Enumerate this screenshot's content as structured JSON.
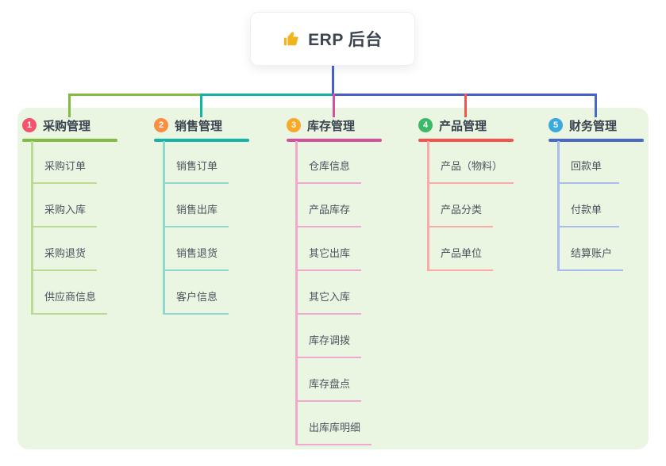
{
  "root": {
    "title": "ERP 后台",
    "icon": "thumbs-up-icon"
  },
  "colors": {
    "connector_blue": "#4a5fc4",
    "panel_background": "#eaf6e1",
    "root_text": "#3b4450",
    "thumb_icon": "#f3b31c"
  },
  "branches": [
    {
      "index": "1",
      "label": "采购管理",
      "color": "#82ba43",
      "badge_color": "#f4536d",
      "child_line_color": "#b9dc92",
      "children": [
        "采购订单",
        "采购入库",
        "采购退货",
        "供应商信息"
      ]
    },
    {
      "index": "2",
      "label": "销售管理",
      "color": "#13b3a5",
      "badge_color": "#fa8e42",
      "child_line_color": "#8ed8cd",
      "children": [
        "销售订单",
        "销售出库",
        "销售退货",
        "客户信息"
      ]
    },
    {
      "index": "3",
      "label": "库存管理",
      "color": "#d4509e",
      "badge_color": "#f9a827",
      "child_line_color": "#efa9cf",
      "children": [
        "仓库信息",
        "产品库存",
        "其它出库",
        "其它入库",
        "库存调拨",
        "库存盘点",
        "出库库明细"
      ]
    },
    {
      "index": "4",
      "label": "产品管理",
      "color": "#f5514f",
      "badge_color": "#3cb968",
      "child_line_color": "#fcaaa7",
      "children": [
        "产品（物料）",
        "产品分类",
        "产品单位"
      ]
    },
    {
      "index": "5",
      "label": "财务管理",
      "color": "#4967c7",
      "badge_color": "#3aa9dd",
      "child_line_color": "#aabdea",
      "children": [
        "回款单",
        "付款单",
        "结算账户"
      ]
    }
  ]
}
